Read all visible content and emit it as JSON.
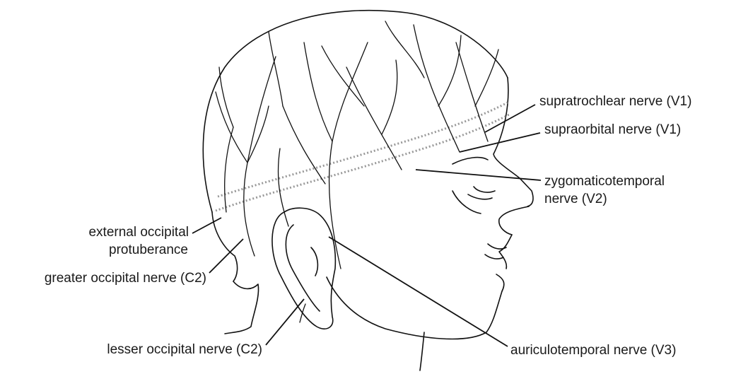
{
  "labels": {
    "supratrochlear": "supratrochlear nerve (V1)",
    "supraorbital": "supraorbital nerve (V1)",
    "zygomaticotemporal_line1": "zygomaticotemporal",
    "zygomaticotemporal_line2": "nerve (V2)",
    "external_occipital_line1": "external occipital",
    "external_occipital_line2": "protuberance",
    "greater_occipital": "greater occipital nerve (C2)",
    "lesser_occipital": "lesser occipital nerve (C2)",
    "auriculotemporal": "auriculotemporal nerve (V3)"
  }
}
